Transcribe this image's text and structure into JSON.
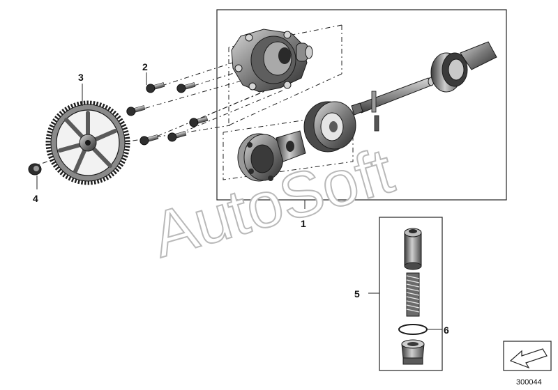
{
  "callouts": {
    "c1": "1",
    "c2": "2",
    "c3": "3",
    "c4": "4",
    "c5": "5",
    "c6": "6"
  },
  "watermark": "AutoSoft",
  "figure_number": "300044",
  "icons": {
    "navigation": "arrow-back-icon"
  },
  "colors": {
    "part_dark": "#2e2e2e",
    "part_mid": "#6f6f6f",
    "part_light": "#bdbdbd",
    "line": "#222222",
    "watermark_stroke": "#b9b9b9"
  }
}
